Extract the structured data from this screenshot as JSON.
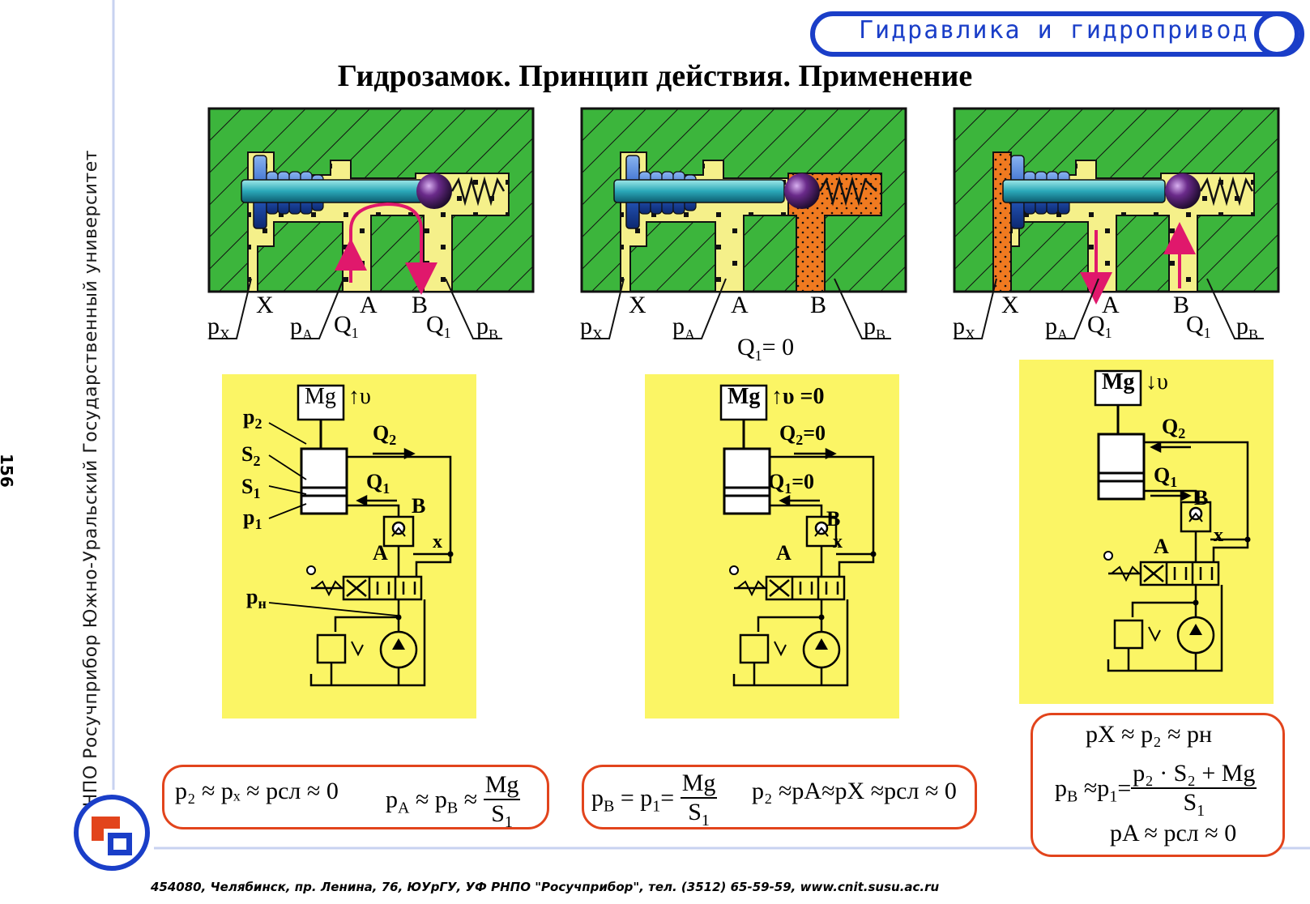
{
  "header": {
    "title": "Гидравлика и гидропривод"
  },
  "main_title": "Гидрозамок. Принцип действия. Применение",
  "sidebar": {
    "page_number": "156",
    "text": "РНПО Росучприбор     Южно-Уральский Государственный университет"
  },
  "footer": "454080, Челябинск, пр. Ленина, 76, ЮУрГУ, УФ РНПО \"Росучприбор\", тел. (3512) 65-59-59, www.cnit.susu.ac.ru",
  "colors": {
    "body_green": "#3cb53c",
    "fluid_yellow": "#f5f08a",
    "pressure_orange": "#f07a20",
    "schema_bg": "#fbf565",
    "arrow_pink": "#e0186c",
    "accent_blue": "#1a3ec8",
    "box_red": "#e2441c"
  },
  "valve_labels": {
    "px": "p",
    "px_sub": "X",
    "x": "X",
    "pa": "p",
    "pa_sub": "A",
    "a": "A",
    "b": "B",
    "pb": "p",
    "pb_sub": "B",
    "q": "Q",
    "q_sub": "1"
  },
  "middle_q": "Q",
  "middle_q_sub": "1",
  "middle_q_rhs": "= 0",
  "schema_labels": {
    "mg": "Mg",
    "v": "υ",
    "v_zero": "υ =0",
    "p2": "p",
    "p2_sub": "2",
    "s2": "S",
    "s2_sub": "2",
    "s1": "S",
    "s1_sub": "1",
    "p1": "p",
    "p1_sub": "1",
    "q2": "Q",
    "q2_sub": "2",
    "q1": "Q",
    "q1_sub": "1",
    "q_zero": "=0",
    "b": "B",
    "a": "A",
    "x": "x",
    "pn": "p",
    "pn_sub": "н"
  },
  "formulas": {
    "left": {
      "part1": "p₂ ≈ pₓ ≈ pсл ≈ 0",
      "part2": "p",
      "part2_sub": "A",
      "part2_rest": " ≈ p",
      "part2_sub2": "B",
      "part2_rest2": " ≈ ",
      "frac_num": "Mg",
      "frac_den": "S",
      "frac_den_sub": "1"
    },
    "middle": {
      "part1": "p",
      "part1_sub": "B",
      "part1_rest": " = p",
      "part1_sub2": "1",
      "part1_rest2": "= ",
      "frac_num": "Mg",
      "frac_den": "S",
      "frac_den_sub": "1",
      "part2": "p₂ ≈pA≈pX ≈pсл ≈ 0"
    },
    "right": {
      "line1": "pX ≈ p₂ ≈ pн",
      "line2_lhs": "p",
      "line2_sub": "B",
      "line2_mid": " ≈p",
      "line2_sub2": "1",
      "line2_eq": "=",
      "frac_num": "p₂ · S₂ + Mg",
      "frac_den": "S",
      "frac_den_sub": "1",
      "line3": "pA ≈ pсл ≈ 0"
    }
  }
}
